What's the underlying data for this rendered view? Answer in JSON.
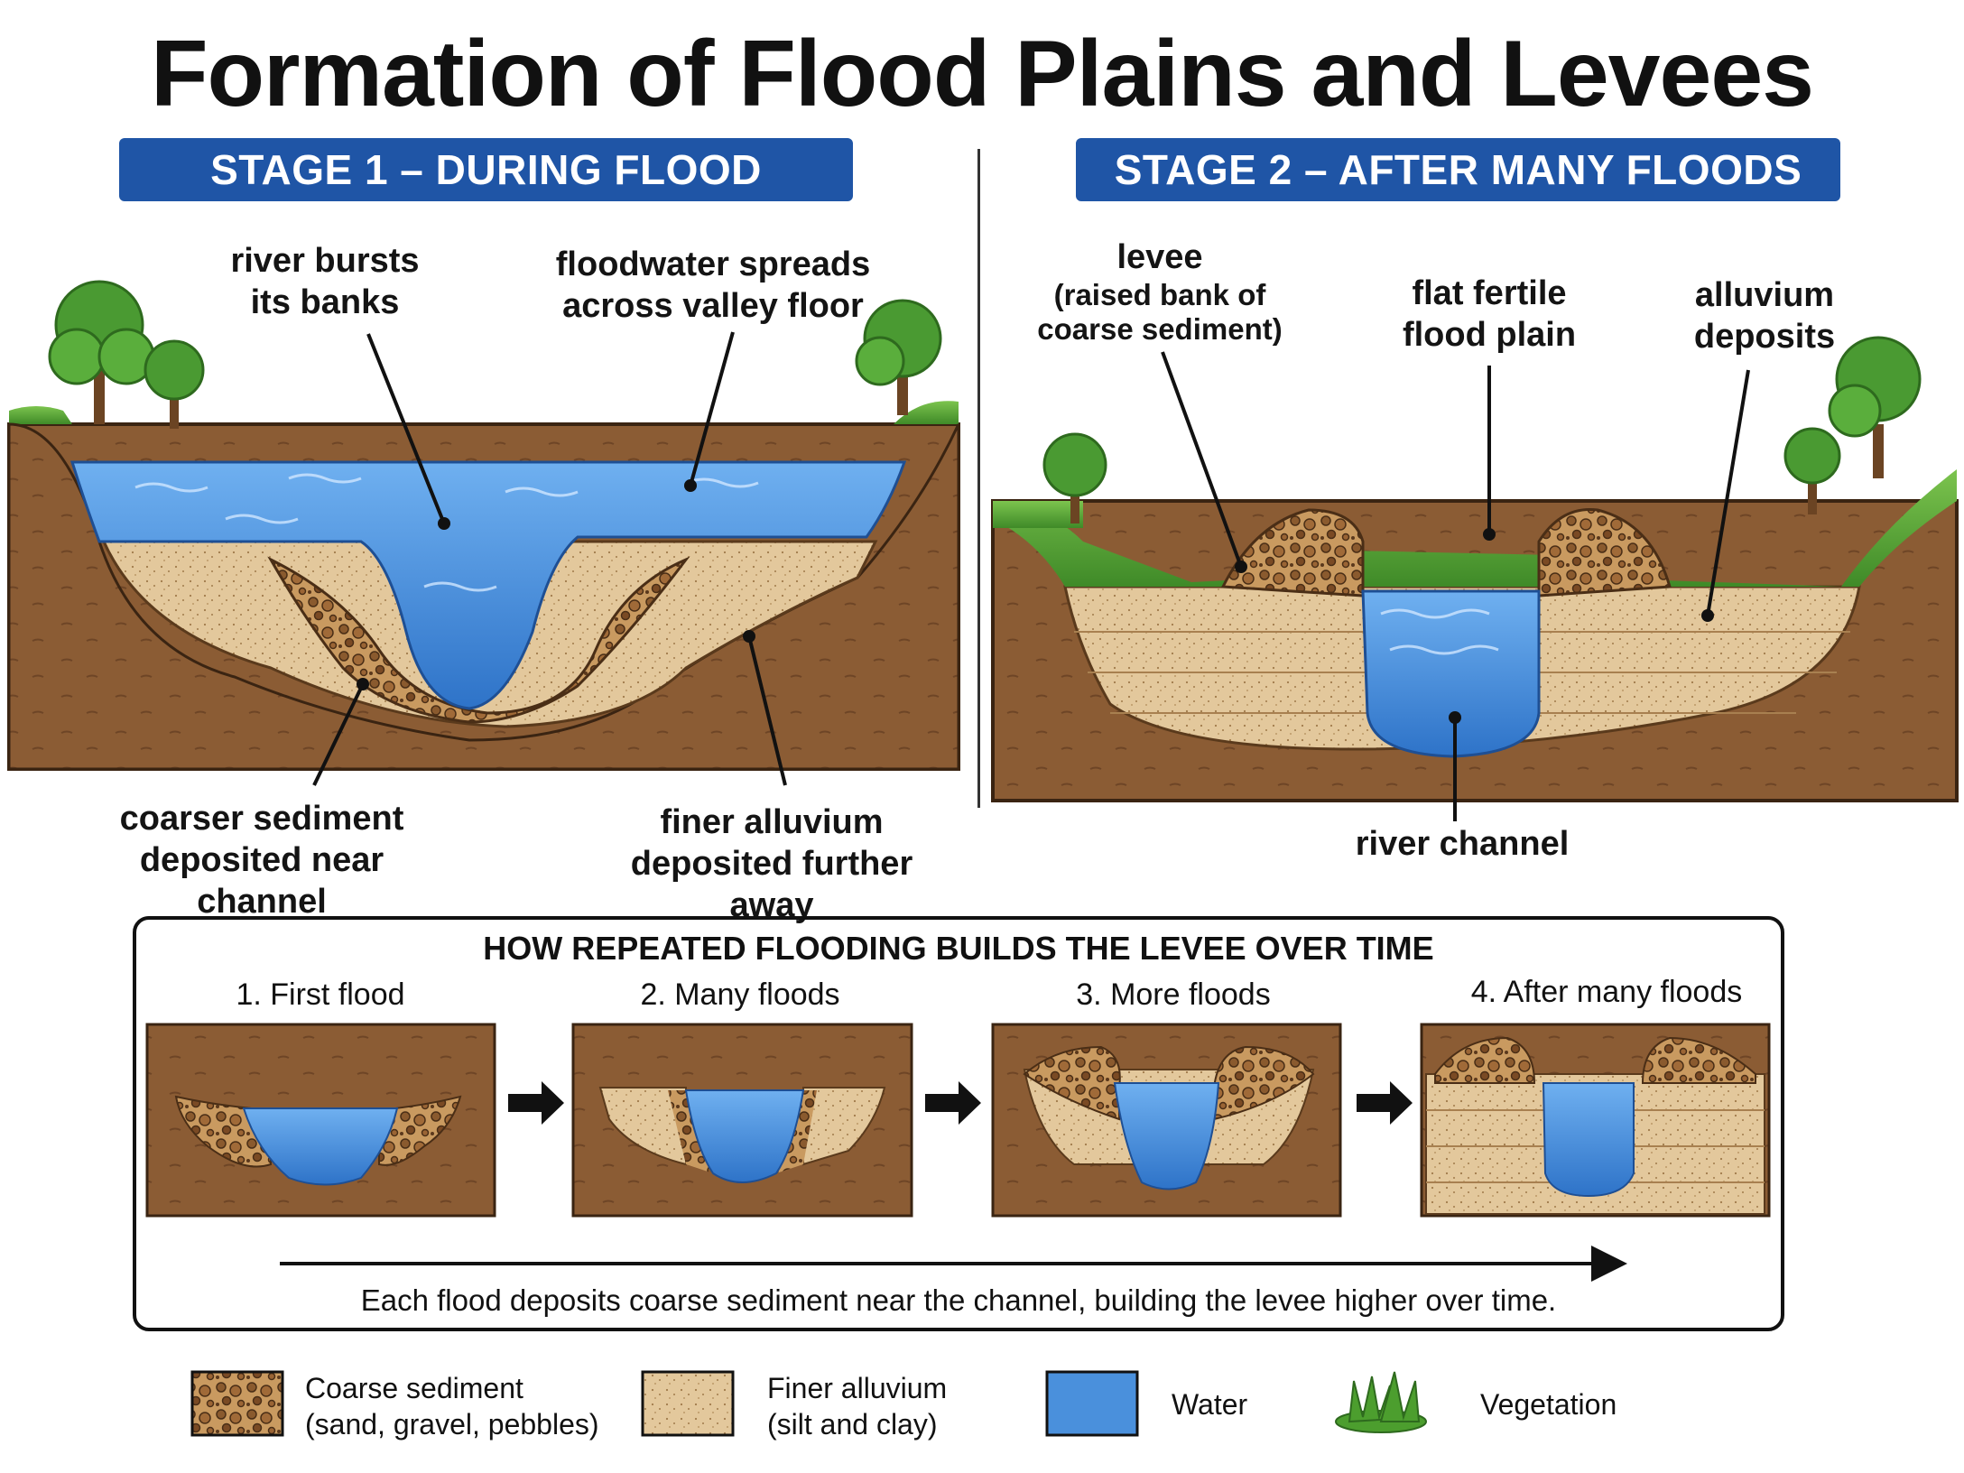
{
  "title": "Formation of Flood Plains and Levees",
  "stage1": {
    "banner": "STAGE 1 – DURING FLOOD",
    "labels": {
      "bursts_line1": "river bursts",
      "bursts_line2": "its banks",
      "spreads_line1": "floodwater spreads",
      "spreads_line2": "across valley floor",
      "coarse_line1": "coarser sediment",
      "coarse_line2": "deposited near channel",
      "finer_line1": "finer alluvium",
      "finer_line2": "deposited further away"
    }
  },
  "stage2": {
    "banner": "STAGE 2 – AFTER MANY FLOODS",
    "labels": {
      "levee_line1": "levee",
      "levee_line2": "(raised bank of",
      "levee_line3": "coarse sediment)",
      "plain_line1": "flat fertile",
      "plain_line2": "flood plain",
      "alluvium_line1": "alluvium",
      "alluvium_line2": "deposits",
      "channel": "river channel"
    }
  },
  "timeline": {
    "heading": "HOW REPEATED FLOODING BUILDS THE LEVEE OVER TIME",
    "steps": [
      "1. First flood",
      "2. Many floods",
      "3. More floods",
      "4. After many floods"
    ],
    "caption": "Each flood deposits coarse sediment near the channel, building the levee higher over time."
  },
  "legend": {
    "coarse_line1": "Coarse sediment",
    "coarse_line2": "(sand, gravel, pebbles)",
    "finer_line1": "Finer alluvium",
    "finer_line2": "(silt and clay)",
    "water": "Water",
    "vegetation": "Vegetation"
  },
  "colors": {
    "banner": "#1f55a6",
    "earth": "#8a5a33",
    "coarse": "#c89a62",
    "finer": "#e2c69a",
    "water": "#4a90dc",
    "grass": "#5aa83a"
  }
}
